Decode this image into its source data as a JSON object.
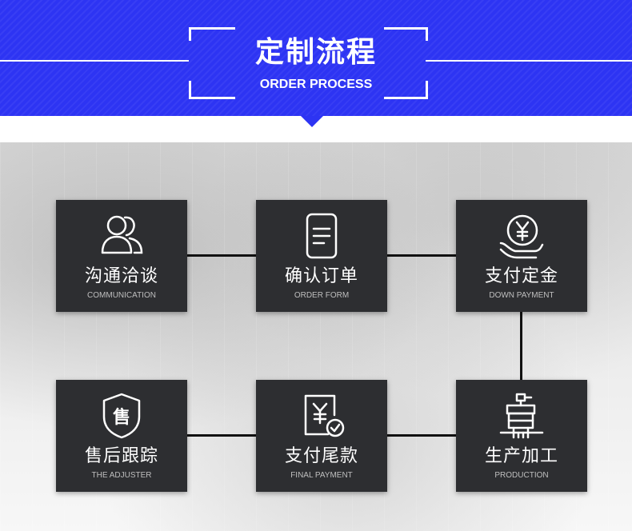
{
  "header": {
    "title": "定制流程",
    "subtitle": "ORDER PROCESS"
  },
  "colors": {
    "banner": "#2d34f3",
    "card": "#2d2e31",
    "connector": "#111111"
  },
  "steps": [
    {
      "label": "沟通洽谈",
      "sublabel": "COMMUNICATION",
      "icon": "people-icon"
    },
    {
      "label": "确认订单",
      "sublabel": "ORDER FORM",
      "icon": "document-icon"
    },
    {
      "label": "支付定金",
      "sublabel": "DOWN PAYMENT",
      "icon": "yen-coin-hand-icon"
    },
    {
      "label": "生产加工",
      "sublabel": "PRODUCTION",
      "icon": "machine-icon"
    },
    {
      "label": "支付尾款",
      "sublabel": "FINAL PAYMENT",
      "icon": "yen-receipt-check-icon"
    },
    {
      "label": "售后跟踪",
      "sublabel": "THE ADJUSTER",
      "icon": "shield-icon"
    }
  ]
}
